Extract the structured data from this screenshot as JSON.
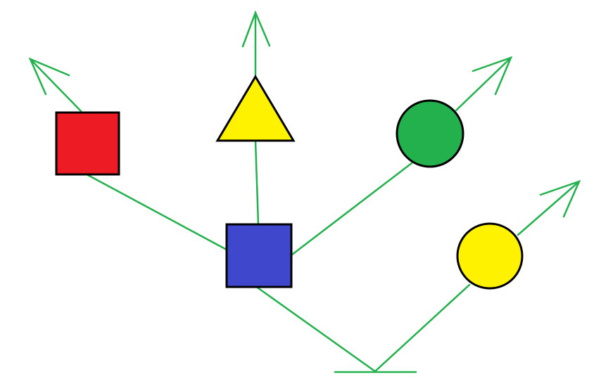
{
  "colors": {
    "background": "#ffffff",
    "line": "#22b14c",
    "outline": "#000000",
    "red_square": "#ed1c24",
    "yellow_triangle": "#fff200",
    "green_circle": "#22b14c",
    "blue_square": "#3f48cc",
    "yellow_circle": "#fff200"
  },
  "nodes": [
    {
      "id": "blue-square",
      "shape": "square",
      "color": "blue"
    },
    {
      "id": "red-square",
      "shape": "square",
      "color": "red"
    },
    {
      "id": "yellow-triangle",
      "shape": "triangle",
      "color": "yellow"
    },
    {
      "id": "green-circle",
      "shape": "circle",
      "color": "green"
    },
    {
      "id": "yellow-circle",
      "shape": "circle",
      "color": "yellow"
    },
    {
      "id": "root-base",
      "shape": "ground-line"
    }
  ],
  "edges": [
    {
      "from": "root-base",
      "to": "blue-square"
    },
    {
      "from": "root-base",
      "to": "yellow-circle"
    },
    {
      "from": "blue-square",
      "to": "red-square"
    },
    {
      "from": "blue-square",
      "to": "yellow-triangle"
    },
    {
      "from": "blue-square",
      "to": "green-circle"
    }
  ],
  "open_arrows": [
    {
      "from": "red-square",
      "direction": "up-left"
    },
    {
      "from": "yellow-triangle",
      "direction": "up"
    },
    {
      "from": "green-circle",
      "direction": "up-right"
    },
    {
      "from": "yellow-circle",
      "direction": "up-right"
    }
  ]
}
